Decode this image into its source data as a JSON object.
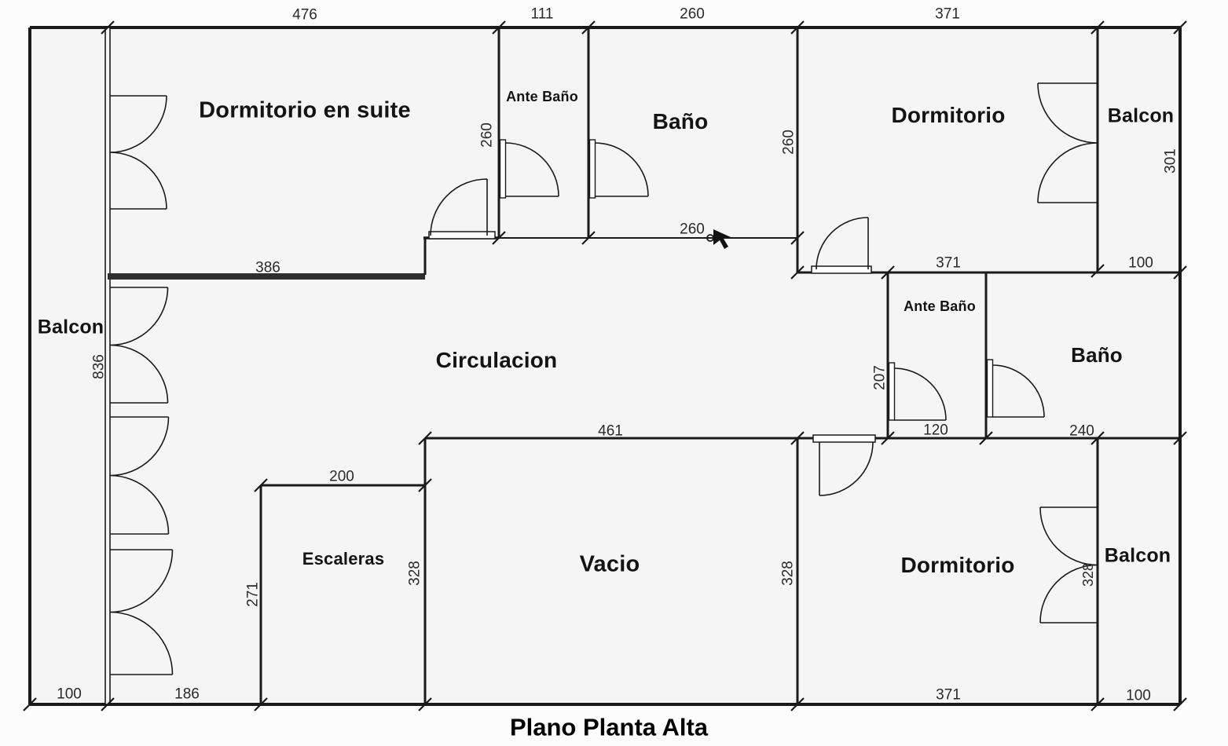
{
  "title": "Plano Planta Alta",
  "rooms": {
    "dormitorio_suite": "Dormitorio en suite",
    "ante_bano_top": "Ante Baño",
    "bano_top": "Baño",
    "dormitorio_top_right": "Dormitorio",
    "balcon_top_right": "Balcon",
    "balcon_left": "Balcon",
    "circulacion": "Circulacion",
    "ante_bano_right": "Ante Baño",
    "bano_right": "Baño",
    "escaleras": "Escaleras",
    "vacio": "Vacio",
    "dormitorio_bottom_right": "Dormitorio",
    "balcon_bottom_right": "Balcon"
  },
  "dims": {
    "top_476": "476",
    "top_111": "111",
    "top_260": "260",
    "top_371": "371",
    "suite_height_260": "260",
    "bano_height_260": "260",
    "balcon_tr_301": "301",
    "wall_386": "386",
    "bano_width_260": "260",
    "dorm_tr_371": "371",
    "balcon_tr_100": "100",
    "balcon_left_836": "836",
    "ante_right_207": "207",
    "vacio_461": "461",
    "ante_right_120": "120",
    "bano_right_240": "240",
    "escaleras_200": "200",
    "escaleras_271": "271",
    "escaleras_328": "328",
    "vacio_328": "328",
    "dorm_br_328": "328",
    "bottom_100_left": "100",
    "bottom_186": "186",
    "bottom_371": "371",
    "bottom_100_right": "100"
  },
  "icons": {
    "cursor": "mouse-cursor"
  },
  "colors": {
    "line": "#1a1a1a",
    "wall_fill": "#2e2e2e",
    "floor": "#f5f5f5"
  }
}
